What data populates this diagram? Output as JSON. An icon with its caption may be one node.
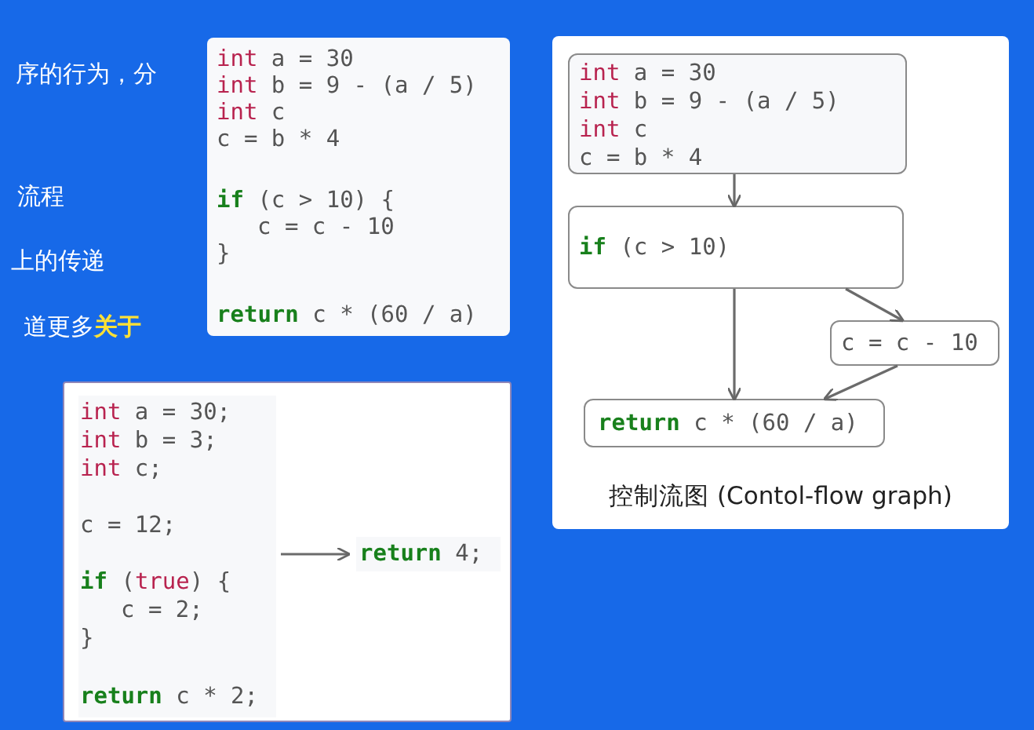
{
  "diagram": {
    "nodes": [
      {
        "text": [
          "*int* a = 30",
          "*int* b = 9 - (a / 5)",
          "*int* c",
          "c = b * 4",
          "**if** (c > 10) {",
          "c = c - 10",
          "}",
          "**return** c * (60 / a)"
        ]
      },
      {
        "text": [
          "控制流图 (Contol-flow graph)"
        ]
      },
      {
        "text": [
          "*int* a = 30",
          "*int* b = 9 - (a / 5)",
          "*int* c",
          "c = b * 4"
        ],
        "in": 1
      },
      {
        "text": [
          "**if** (c > 10)"
        ],
        "in": 1
      },
      {
        "text": [
          "c = c - 10"
        ],
        "in": 1
      },
      {
        "text": [
          "**return** c * (60 / a)"
        ],
        "in": 1
      },
      {
        "text": [],
        "shape": "box"
      },
      {
        "text": [
          "*int* a = 30;",
          "*int* b = 3;",
          "*int* c;",
          "c = 12;",
          "**if** (*true*) {",
          "c = 2;",
          "}",
          "**return** c * 2;"
        ],
        "in": 6
      },
      {
        "text": [
          "**return** 4;"
        ],
        "in": 6
      }
    ],
    "edges": [
      {
        "from": 2,
        "to": 3,
        "arrow": "to"
      },
      {
        "from": 3,
        "to": 4,
        "arrow": "to"
      },
      {
        "from": 3,
        "to": 5,
        "arrow": "to"
      },
      {
        "from": 4,
        "to": 5,
        "arrow": "to"
      },
      {
        "from": 7,
        "to": 8,
        "arrow": "to"
      }
    ],
    "labels": [
      "序的行为，分",
      "流程",
      "上的传递",
      "道更多**关于**"
    ]
  }
}
